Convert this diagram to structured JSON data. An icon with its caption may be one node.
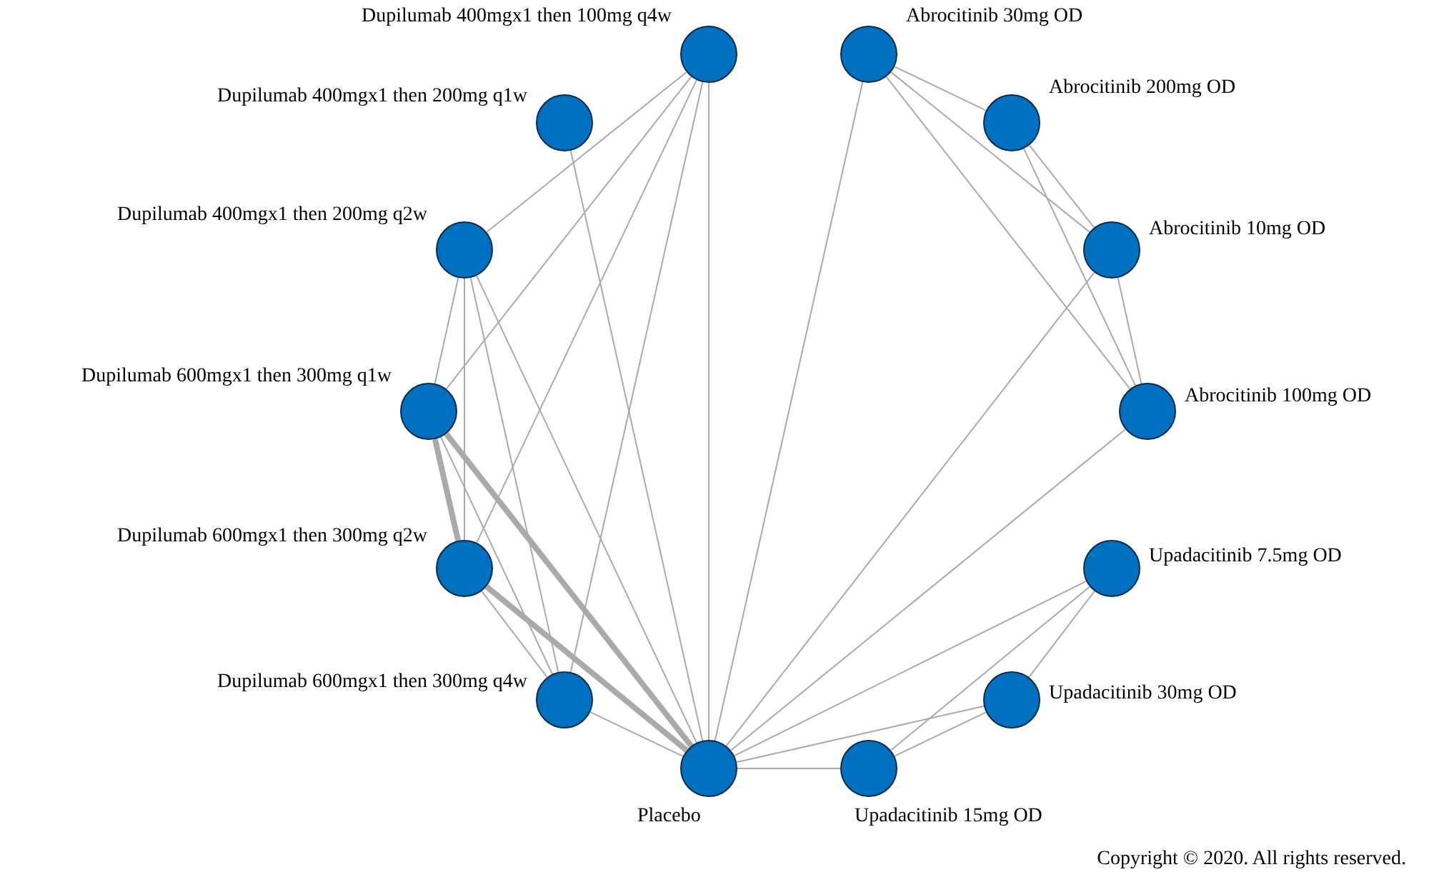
{
  "diagram": {
    "nodes": [
      {
        "text": [
          "Dupilumab 400mgx1 then 100mg q4w"
        ]
      },
      {
        "text": [
          "Dupilumab 400mgx1 then 200mg q1w"
        ]
      },
      {
        "text": [
          "Dupilumab 400mgx1 then 200mg q2w"
        ]
      },
      {
        "text": [
          "Dupilumab 600mgx1 then 300mg q1w"
        ]
      },
      {
        "text": [
          "Dupilumab 600mgx1 then 300mg q2w"
        ]
      },
      {
        "text": [
          "Dupilumab 600mgx1 then 300mg q4w"
        ]
      },
      {
        "text": [
          "Placebo"
        ]
      },
      {
        "text": [
          "Upadacitinib 15mg OD"
        ]
      },
      {
        "text": [
          "Upadacitinib 30mg OD"
        ]
      },
      {
        "text": [
          "Upadacitinib 7.5mg OD"
        ]
      },
      {
        "text": [
          "Abrocitinib 100mg OD"
        ]
      },
      {
        "text": [
          "Abrocitinib 10mg OD"
        ]
      },
      {
        "text": [
          "Abrocitinib 200mg OD"
        ]
      },
      {
        "text": [
          "Abrocitinib 30mg OD"
        ]
      }
    ],
    "edges": [
      {
        "from": 0,
        "to": 2,
        "arrow": "none"
      },
      {
        "from": 0,
        "to": 3,
        "arrow": "none"
      },
      {
        "from": 0,
        "to": 4,
        "arrow": "none"
      },
      {
        "from": 0,
        "to": 5,
        "arrow": "none"
      },
      {
        "from": 0,
        "to": 6,
        "arrow": "none"
      },
      {
        "from": 1,
        "to": 6,
        "arrow": "none"
      },
      {
        "from": 2,
        "to": 3,
        "arrow": "none"
      },
      {
        "from": 2,
        "to": 4,
        "arrow": "none"
      },
      {
        "from": 2,
        "to": 5,
        "arrow": "none"
      },
      {
        "from": 2,
        "to": 6,
        "arrow": "none"
      },
      {
        "from": 3,
        "to": 4,
        "arrow": "none",
        "style": "thick"
      },
      {
        "from": 3,
        "to": 5,
        "arrow": "none"
      },
      {
        "from": 3,
        "to": 6,
        "arrow": "none",
        "style": "thick"
      },
      {
        "from": 4,
        "to": 5,
        "arrow": "none"
      },
      {
        "from": 4,
        "to": 6,
        "arrow": "none",
        "style": "thick"
      },
      {
        "from": 5,
        "to": 6,
        "arrow": "none"
      },
      {
        "from": 7,
        "to": 6,
        "arrow": "none"
      },
      {
        "from": 8,
        "to": 6,
        "arrow": "none"
      },
      {
        "from": 8,
        "to": 7,
        "arrow": "none"
      },
      {
        "from": 9,
        "to": 6,
        "arrow": "none"
      },
      {
        "from": 9,
        "to": 7,
        "arrow": "none"
      },
      {
        "from": 9,
        "to": 8,
        "arrow": "none"
      },
      {
        "from": 10,
        "to": 6,
        "arrow": "none"
      },
      {
        "from": 11,
        "to": 6,
        "arrow": "none"
      },
      {
        "from": 11,
        "to": 10,
        "arrow": "none"
      },
      {
        "from": 12,
        "to": 11,
        "arrow": "none"
      },
      {
        "from": 12,
        "to": 10,
        "arrow": "none"
      },
      {
        "from": 13,
        "to": 12,
        "arrow": "none"
      },
      {
        "from": 13,
        "to": 11,
        "arrow": "none"
      },
      {
        "from": 13,
        "to": 10,
        "arrow": "none"
      },
      {
        "from": 13,
        "to": 6,
        "arrow": "none"
      }
    ],
    "labels": [
      "Copyright © 2020. All rights reserved."
    ]
  }
}
